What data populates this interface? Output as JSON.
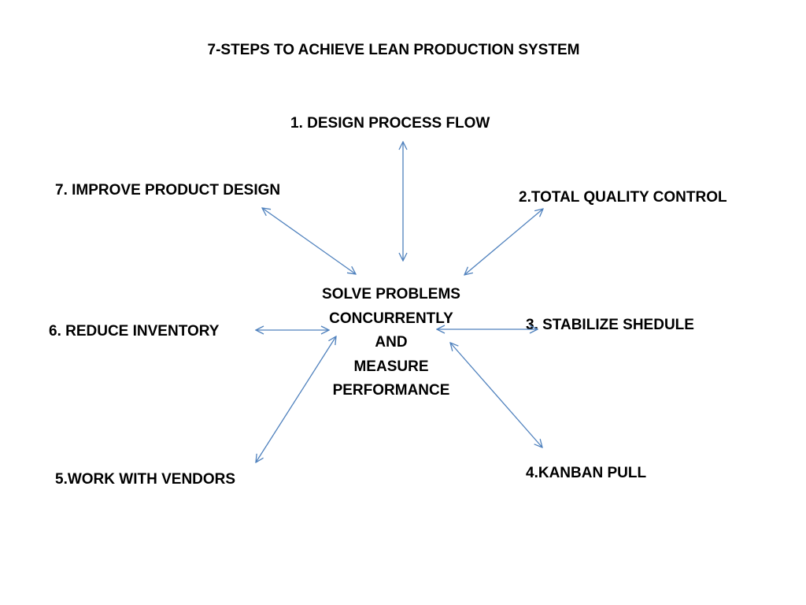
{
  "title": "7-STEPS TO ACHIEVE LEAN PRODUCTION SYSTEM",
  "center": {
    "lines": [
      "SOLVE PROBLEMS",
      "CONCURRENTLY",
      "AND",
      "MEASURE",
      "PERFORMANCE"
    ]
  },
  "steps": [
    {
      "label": "1. DESIGN PROCESS FLOW"
    },
    {
      "label": "2.TOTAL QUALITY CONTROL"
    },
    {
      "label": "3. STABILIZE SHEDULE"
    },
    {
      "label": "4.KANBAN PULL"
    },
    {
      "label": "5.WORK WITH VENDORS"
    },
    {
      "label": "6. REDUCE INVENTORY"
    },
    {
      "label": "7. IMPROVE PRODUCT DESIGN"
    }
  ],
  "colors": {
    "arrow": "#4F81BD",
    "text": "#000000",
    "background": "#FFFFFF"
  }
}
